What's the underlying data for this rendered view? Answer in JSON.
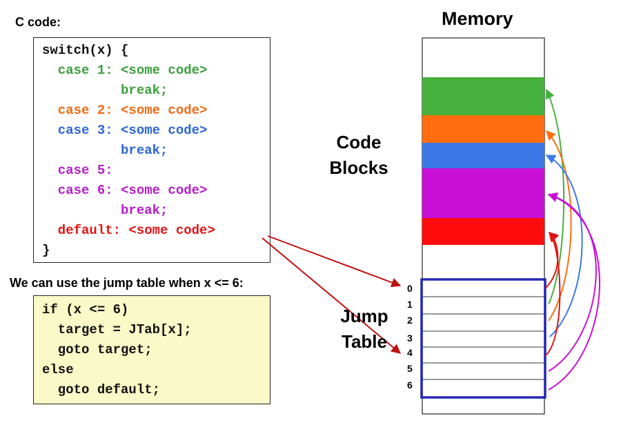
{
  "c_code": {
    "label": "C code:",
    "lines": [
      {
        "text": "switch(x) {",
        "color": "#111111"
      },
      {
        "text": "  case 1: <some code>",
        "color": "#3aa03a"
      },
      {
        "text": "          break;",
        "color": "#3aa03a"
      },
      {
        "text": "  case 2: <some code>",
        "color": "#f06a14"
      },
      {
        "text": "  case 3: <some code>",
        "color": "#2b66d6"
      },
      {
        "text": "          break;",
        "color": "#2b66d6"
      },
      {
        "text": "  case 5:",
        "color": "#b41ec8"
      },
      {
        "text": "  case 6: <some code>",
        "color": "#b41ec8"
      },
      {
        "text": "          break;",
        "color": "#b41ec8"
      },
      {
        "text": "  default: <some code>",
        "color": "#e01414"
      },
      {
        "text": "}",
        "color": "#111111"
      }
    ]
  },
  "jump_note": "We can use the jump table when x <= 6:",
  "pseudo_code": {
    "lines": [
      {
        "text": "if (x <= 6)",
        "color": "#111111"
      },
      {
        "text": "  target = JTab[x];",
        "color": "#111111"
      },
      {
        "text": "  goto target;",
        "color": "#111111"
      },
      {
        "text": "else",
        "color": "#111111"
      },
      {
        "text": "  goto default;",
        "color": "#111111"
      }
    ]
  },
  "memory": {
    "title": "Memory",
    "code_blocks_label": [
      "Code",
      "Blocks"
    ],
    "jump_table_label": [
      "Jump",
      "Table"
    ],
    "blocks": [
      {
        "name": "case-1",
        "color": "#46b03c"
      },
      {
        "name": "case-2",
        "color": "#ff6d10"
      },
      {
        "name": "case-3",
        "color": "#3b78e6"
      },
      {
        "name": "case-5-6",
        "color": "#c80fd6"
      },
      {
        "name": "default",
        "color": "#ff0d0d"
      }
    ],
    "jump_table_indices": [
      "0",
      "1",
      "2",
      "3",
      "4",
      "5",
      "6"
    ],
    "jump_table_border_color": "#2228b4"
  }
}
